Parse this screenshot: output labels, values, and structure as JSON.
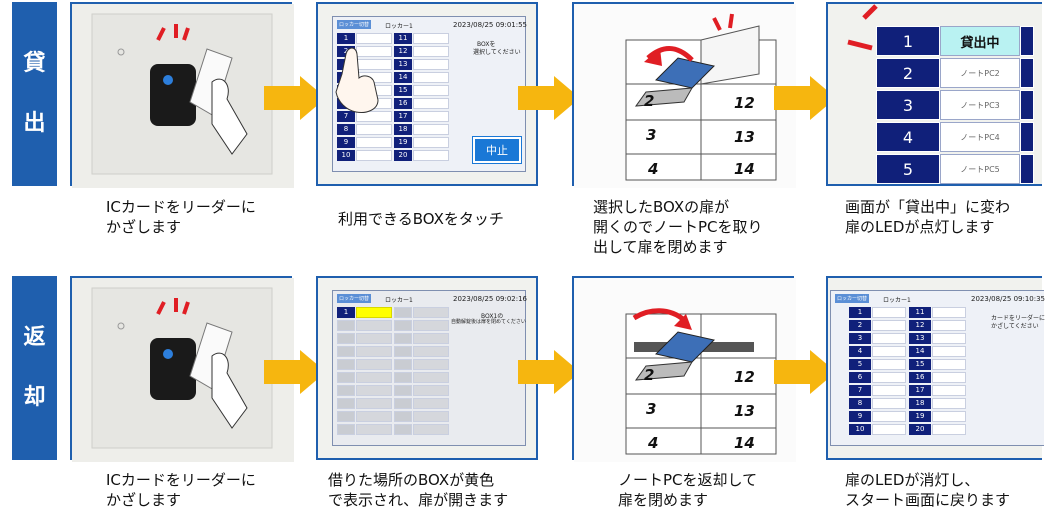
{
  "rows": {
    "lend": {
      "label_chars": [
        "貸",
        "出"
      ],
      "captions": [
        [
          "ICカードをリーダーに",
          "かざします"
        ],
        [
          "利用できるBOXをタッチ"
        ],
        [
          "選択したBOXの扉が",
          "開くのでノートPCを取り",
          "出して扉を閉めます"
        ],
        [
          "画面が「貸出中」に変わ",
          "扉のLEDが点灯します"
        ]
      ],
      "screen": {
        "mode_button": "ロッカー切替",
        "locker_label": "ロッカー1",
        "datetime": "2023/08/25 09:01:55",
        "message": [
          "BOXを",
          "選択してください"
        ],
        "cancel_button": "中止",
        "left_numbers": [
          "1",
          "2",
          "3",
          "4",
          "5",
          "6",
          "7",
          "8",
          "9",
          "10"
        ],
        "right_numbers": [
          "11",
          "12",
          "13",
          "14",
          "15",
          "16",
          "17",
          "18",
          "19",
          "20"
        ]
      },
      "locker_numbers": [
        "12",
        "13",
        "14"
      ],
      "status_rows": [
        {
          "number": "1",
          "text": "貸出中"
        },
        {
          "number": "2",
          "text": "ノートPC2"
        },
        {
          "number": "3",
          "text": "ノートPC3"
        },
        {
          "number": "4",
          "text": "ノートPC4"
        },
        {
          "number": "5",
          "text": "ノートPC5"
        }
      ]
    },
    "return": {
      "label_chars": [
        "返",
        "却"
      ],
      "captions": [
        [
          "ICカードをリーダーに",
          "かざします"
        ],
        [
          "借りた場所のBOXが黄色",
          "で表示され、扉が開きます"
        ],
        [
          "ノートPCを返却して",
          "扉を閉めます"
        ],
        [
          "扉のLEDが消灯し、",
          "スタート画面に戻ります"
        ]
      ],
      "screen2": {
        "mode_button": "ロッカー切替",
        "locker_label": "ロッカー1",
        "datetime": "2023/08/25 09:02:16",
        "message": [
          "BOX1の",
          "自動解錠後は扉を閉めてください"
        ],
        "first_number": "1"
      },
      "locker_numbers": [
        "12",
        "13",
        "14"
      ],
      "screen4": {
        "mode_button": "ロッカー切替",
        "locker_label": "ロッカー1",
        "datetime": "2023/08/25 09:10:35",
        "message": [
          "カードをリーダーに",
          "かざしてください"
        ],
        "left_numbers": [
          "1",
          "2",
          "3",
          "4",
          "5",
          "6",
          "7",
          "8",
          "9",
          "10"
        ],
        "right_numbers": [
          "11",
          "12",
          "13",
          "14",
          "15",
          "16",
          "17",
          "18",
          "19",
          "20"
        ]
      }
    }
  },
  "colors": {
    "label_blue": "#1f5fae",
    "arrow_yellow": "#f6b60f",
    "screen_navy": "#10207a",
    "highlight_yellow": "#ffff00",
    "status_cyan": "#b9f2f2",
    "alert_red": "#e01e24"
  }
}
